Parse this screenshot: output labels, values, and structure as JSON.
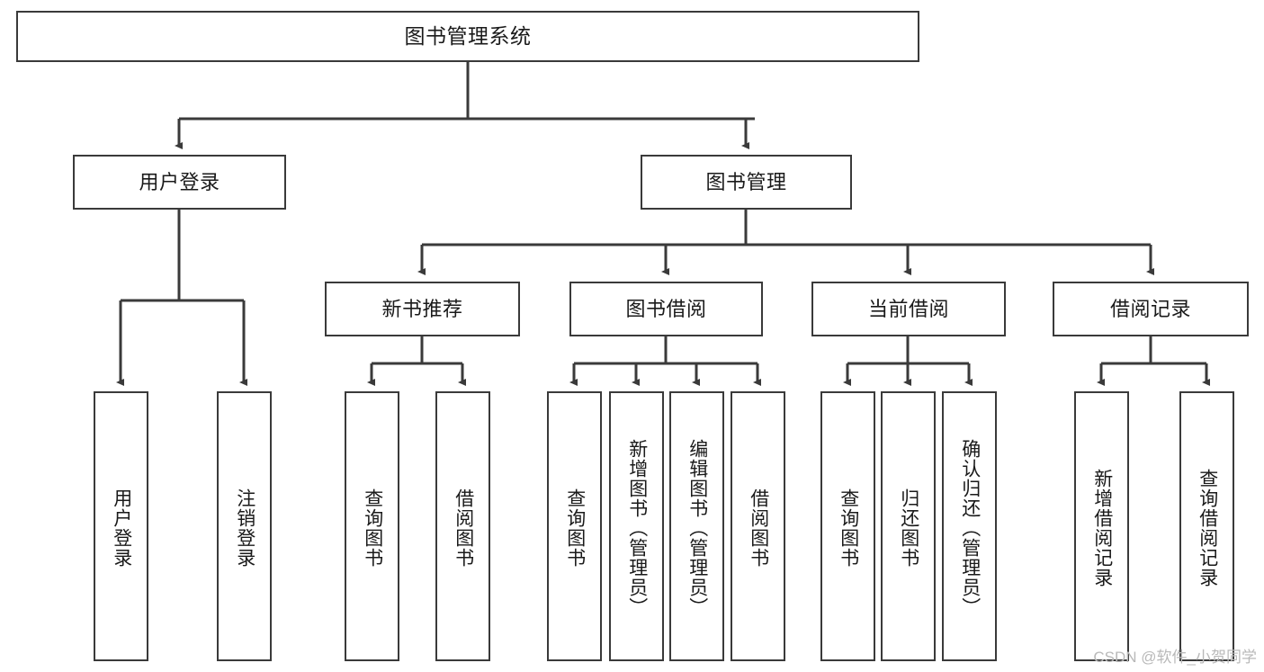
{
  "diagram": {
    "title": "图书管理系统",
    "type": "tree-hierarchy-chart",
    "orientation": "top-down",
    "colors": {
      "box_border": "#3a3a3a",
      "box_fill": "#ffffff",
      "connector": "#3a3a3a",
      "text": "#1a1a1a",
      "watermark": "#b9b9b9",
      "background": "#ffffff"
    }
  },
  "watermark": {
    "text": "CSDN @软件_小贺同学"
  },
  "nodes": {
    "root": {
      "label": "图书管理系统"
    },
    "level2": [
      {
        "id": "user-login",
        "label": "用户登录"
      },
      {
        "id": "book-manage",
        "label": "图书管理"
      }
    ],
    "level3": [
      {
        "id": "new-book-recommend",
        "label": "新书推荐"
      },
      {
        "id": "book-borrow",
        "label": "图书借阅"
      },
      {
        "id": "current-borrow",
        "label": "当前借阅"
      },
      {
        "id": "borrow-record",
        "label": "借阅记录"
      }
    ],
    "leaves": {
      "user_login": [
        {
          "id": "leaf-user-login",
          "label": "用户登录"
        },
        {
          "id": "leaf-user-logout",
          "label": "注销登录"
        }
      ],
      "new_book_recommend": [
        {
          "id": "leaf-query-book-1",
          "label": "查询图书"
        },
        {
          "id": "leaf-borrow-book-1",
          "label": "借阅图书"
        }
      ],
      "book_borrow": [
        {
          "id": "leaf-query-book-2",
          "label": "查询图书"
        },
        {
          "id": "leaf-add-book",
          "label": "新增图书（管理员）"
        },
        {
          "id": "leaf-edit-book",
          "label": "编辑图书（管理员）"
        },
        {
          "id": "leaf-borrow-book-2",
          "label": "借阅图书"
        }
      ],
      "current_borrow": [
        {
          "id": "leaf-query-book-3",
          "label": "查询图书"
        },
        {
          "id": "leaf-return-book",
          "label": "归还图书"
        },
        {
          "id": "leaf-confirm-return",
          "label": "确认归还（管理员）"
        }
      ],
      "borrow_record": [
        {
          "id": "leaf-add-record",
          "label": "新增借阅记录"
        },
        {
          "id": "leaf-query-record",
          "label": "查询借阅记录"
        }
      ]
    }
  }
}
